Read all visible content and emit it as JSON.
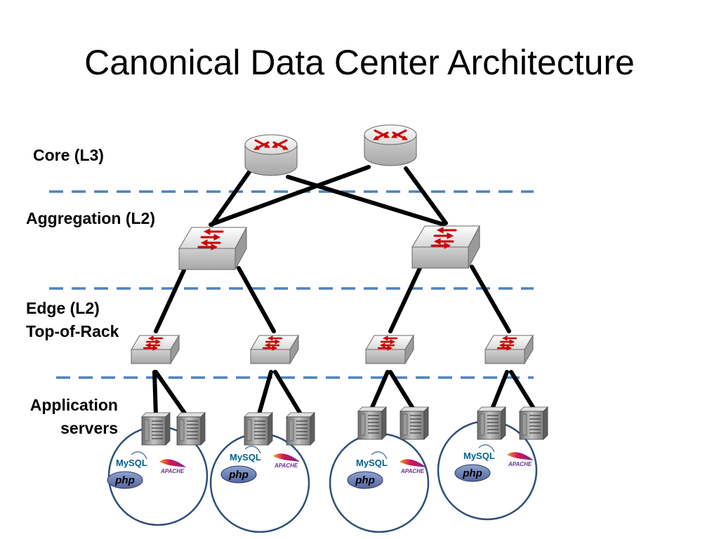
{
  "title": "Canonical Data Center Architecture",
  "tiers": {
    "core": "Core (L3)",
    "aggregation": "Aggregation (L2)",
    "edge_line1": "Edge (L2)",
    "edge_line2": "Top-of-Rack",
    "app_line1": "Application",
    "app_line2": "servers"
  },
  "logos": {
    "mysql": "MySQL",
    "php": "php",
    "apache": "APACHE"
  },
  "colors": {
    "divider": "#4f81bd",
    "link": "#000000",
    "arrow": "#cc0000",
    "circle": "#2e4f7a",
    "php_oval": "#6a7fb5"
  },
  "icons": {
    "router": "router-icon",
    "switch": "switch-icon",
    "server": "server-icon"
  }
}
